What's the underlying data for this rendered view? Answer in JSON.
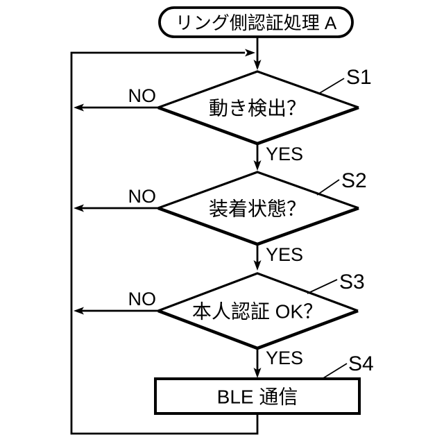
{
  "colors": {
    "ink": "#000000",
    "paper": "#ffffff"
  },
  "flowchart": {
    "type": "flowchart",
    "start_label": "リング側認証処理 A",
    "decisions": [
      {
        "id": "S1",
        "question": "動き検出？",
        "yes": "YES",
        "no": "NO"
      },
      {
        "id": "S2",
        "question": "装着状態？",
        "yes": "YES",
        "no": "NO"
      },
      {
        "id": "S3",
        "question": "本人認証 OK？",
        "yes": "YES",
        "no": "NO"
      }
    ],
    "process": {
      "id": "S4",
      "label": "BLE 通信"
    }
  }
}
